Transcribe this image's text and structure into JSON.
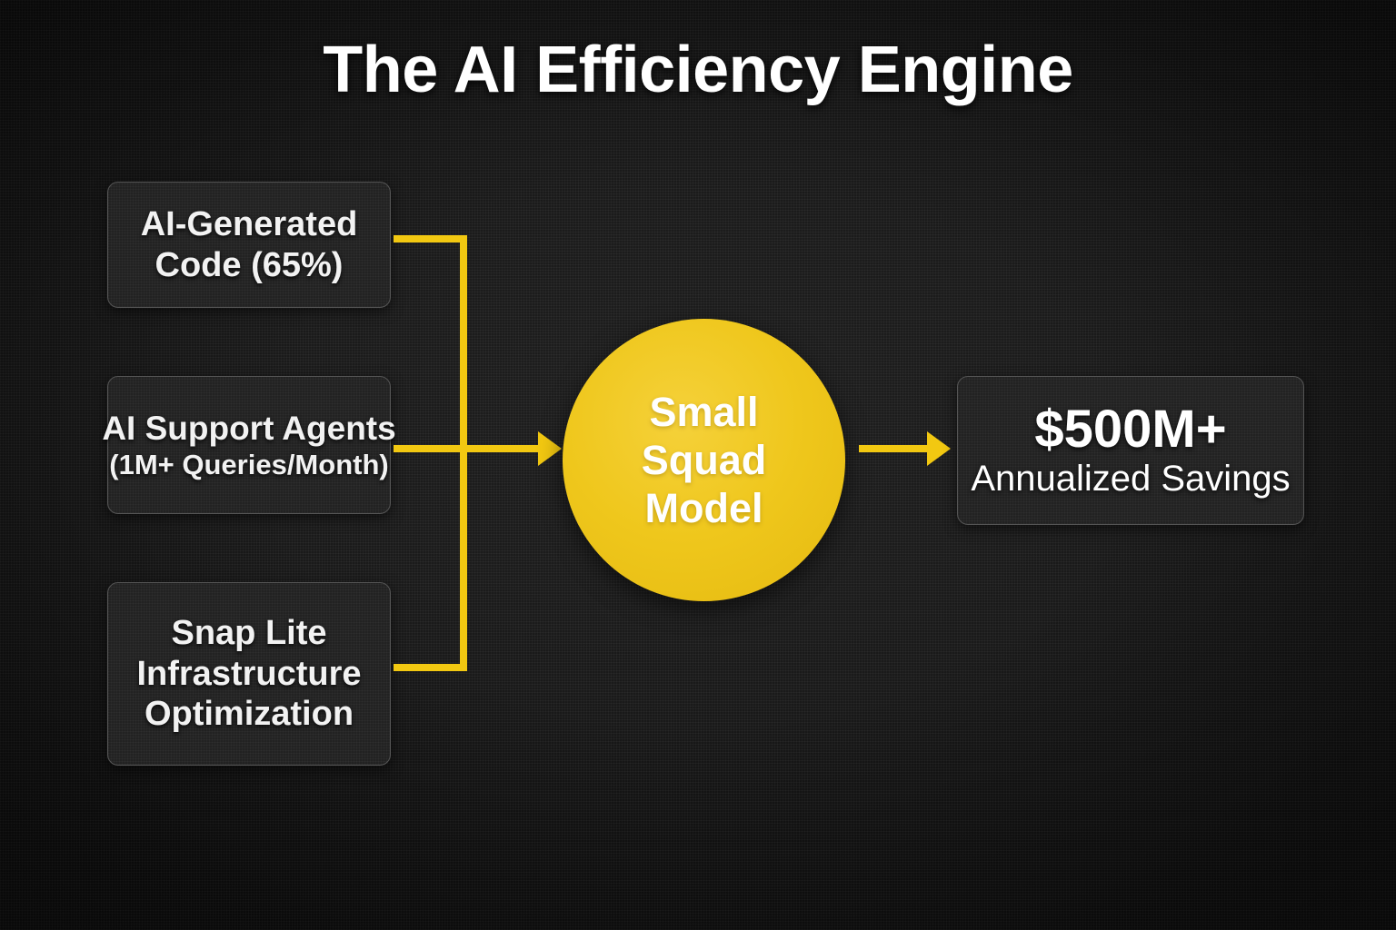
{
  "slide": {
    "title": "The AI Efficiency Engine",
    "background_color": "#191919",
    "accent_color": "#f2c811",
    "box_fill_color": "#242424",
    "box_border_color": "#555555",
    "text_color": "#ffffff"
  },
  "inputs": [
    {
      "id": "ai-generated-code",
      "line1": "AI-Generated",
      "line2": "Code (65%)"
    },
    {
      "id": "ai-support-agents",
      "line1": "AI Support Agents",
      "line2": "(1M+ Queries/Month)"
    },
    {
      "id": "snap-lite-infrastructure",
      "line1": "Snap Lite",
      "line2": "Infrastructure",
      "line3": "Optimization"
    }
  ],
  "hub": {
    "line1": "Small",
    "line2": "Squad",
    "line3": "Model",
    "color": "#efc71c"
  },
  "outcome": {
    "amount": "$500M+",
    "caption": "Annualized Savings"
  },
  "connectors": {
    "bus_label": "inputs-bus",
    "to_hub_label": "inputs-to-hub-arrow",
    "to_outcome_label": "hub-to-outcome-arrow"
  }
}
